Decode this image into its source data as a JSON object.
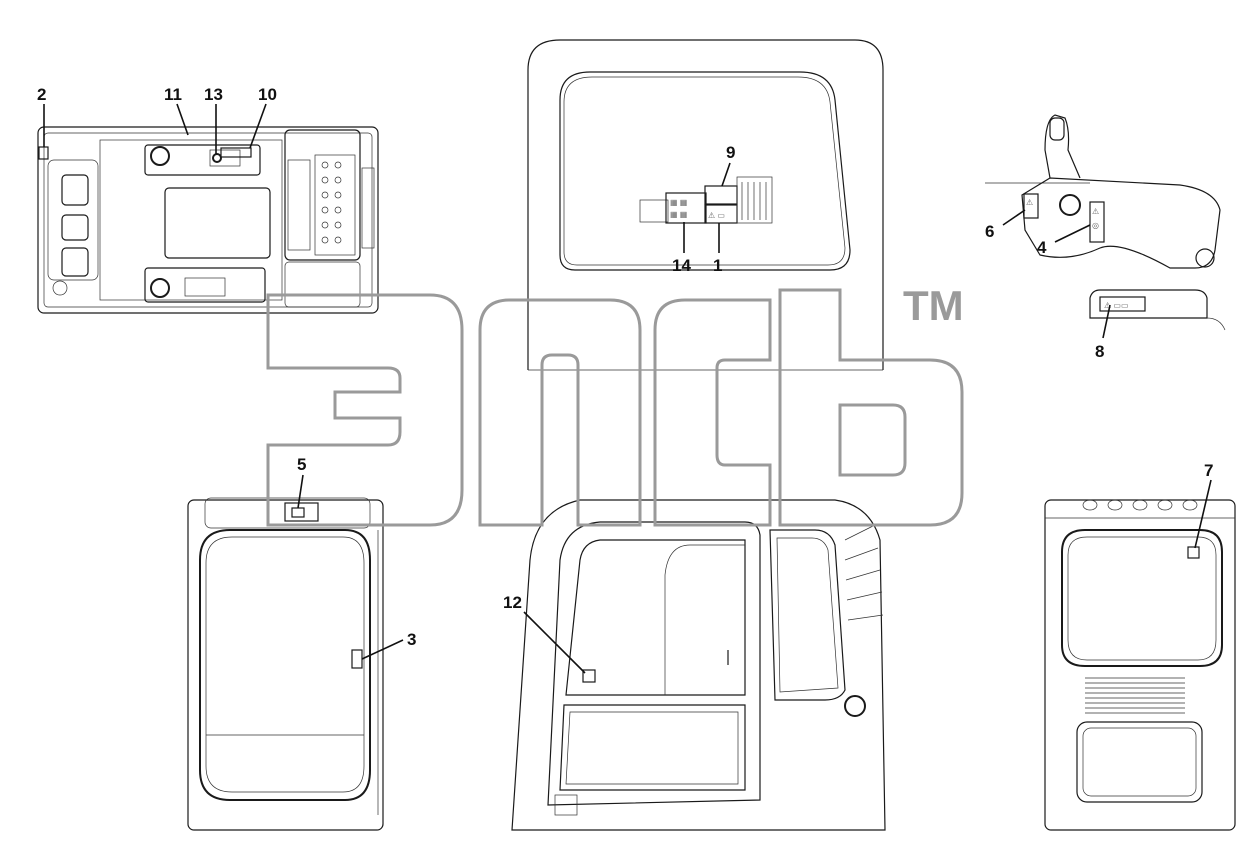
{
  "callouts": {
    "c1": "1",
    "c2": "2",
    "c3": "3",
    "c4": "4",
    "c5": "5",
    "c6": "6",
    "c7": "7",
    "c8": "8",
    "c9": "9",
    "c10": "10",
    "c11": "11",
    "c12": "12",
    "c13": "13",
    "c14": "14"
  },
  "watermark": {
    "trademark": "TM"
  },
  "colors": {
    "line": "#1a1a1a",
    "watermark": "#9a9a9a",
    "background": "#ffffff"
  }
}
